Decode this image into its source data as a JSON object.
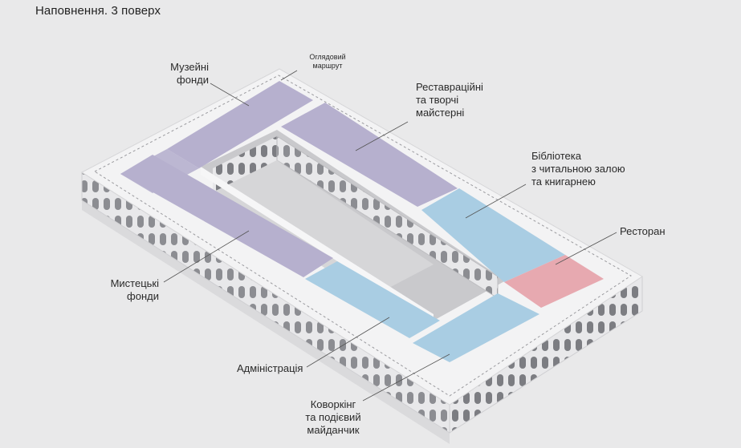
{
  "title": "Наповнення. 3 поверх",
  "labels": {
    "view_route": "Оглядовий\nмаршрут",
    "museum_funds": "Музейні\nфонди",
    "restoration": "Реставраційні\nта творчі\nмайстерні",
    "library": "Бібліотека\nз читальною залою\nта книгарнею",
    "restaurant": "Ресторан",
    "art_funds": "Мистецькі\nфонди",
    "administration": "Адміністрація",
    "coworking": "Коворкінг\nта подієвий\nмайданчик"
  },
  "colors": {
    "background": "#e9e9ea",
    "purple": "#b6b0ce",
    "blue": "#a9cde3",
    "red": "#e7a9b0",
    "building_top": "#f3f3f4",
    "facade": "#e4e4e6"
  }
}
